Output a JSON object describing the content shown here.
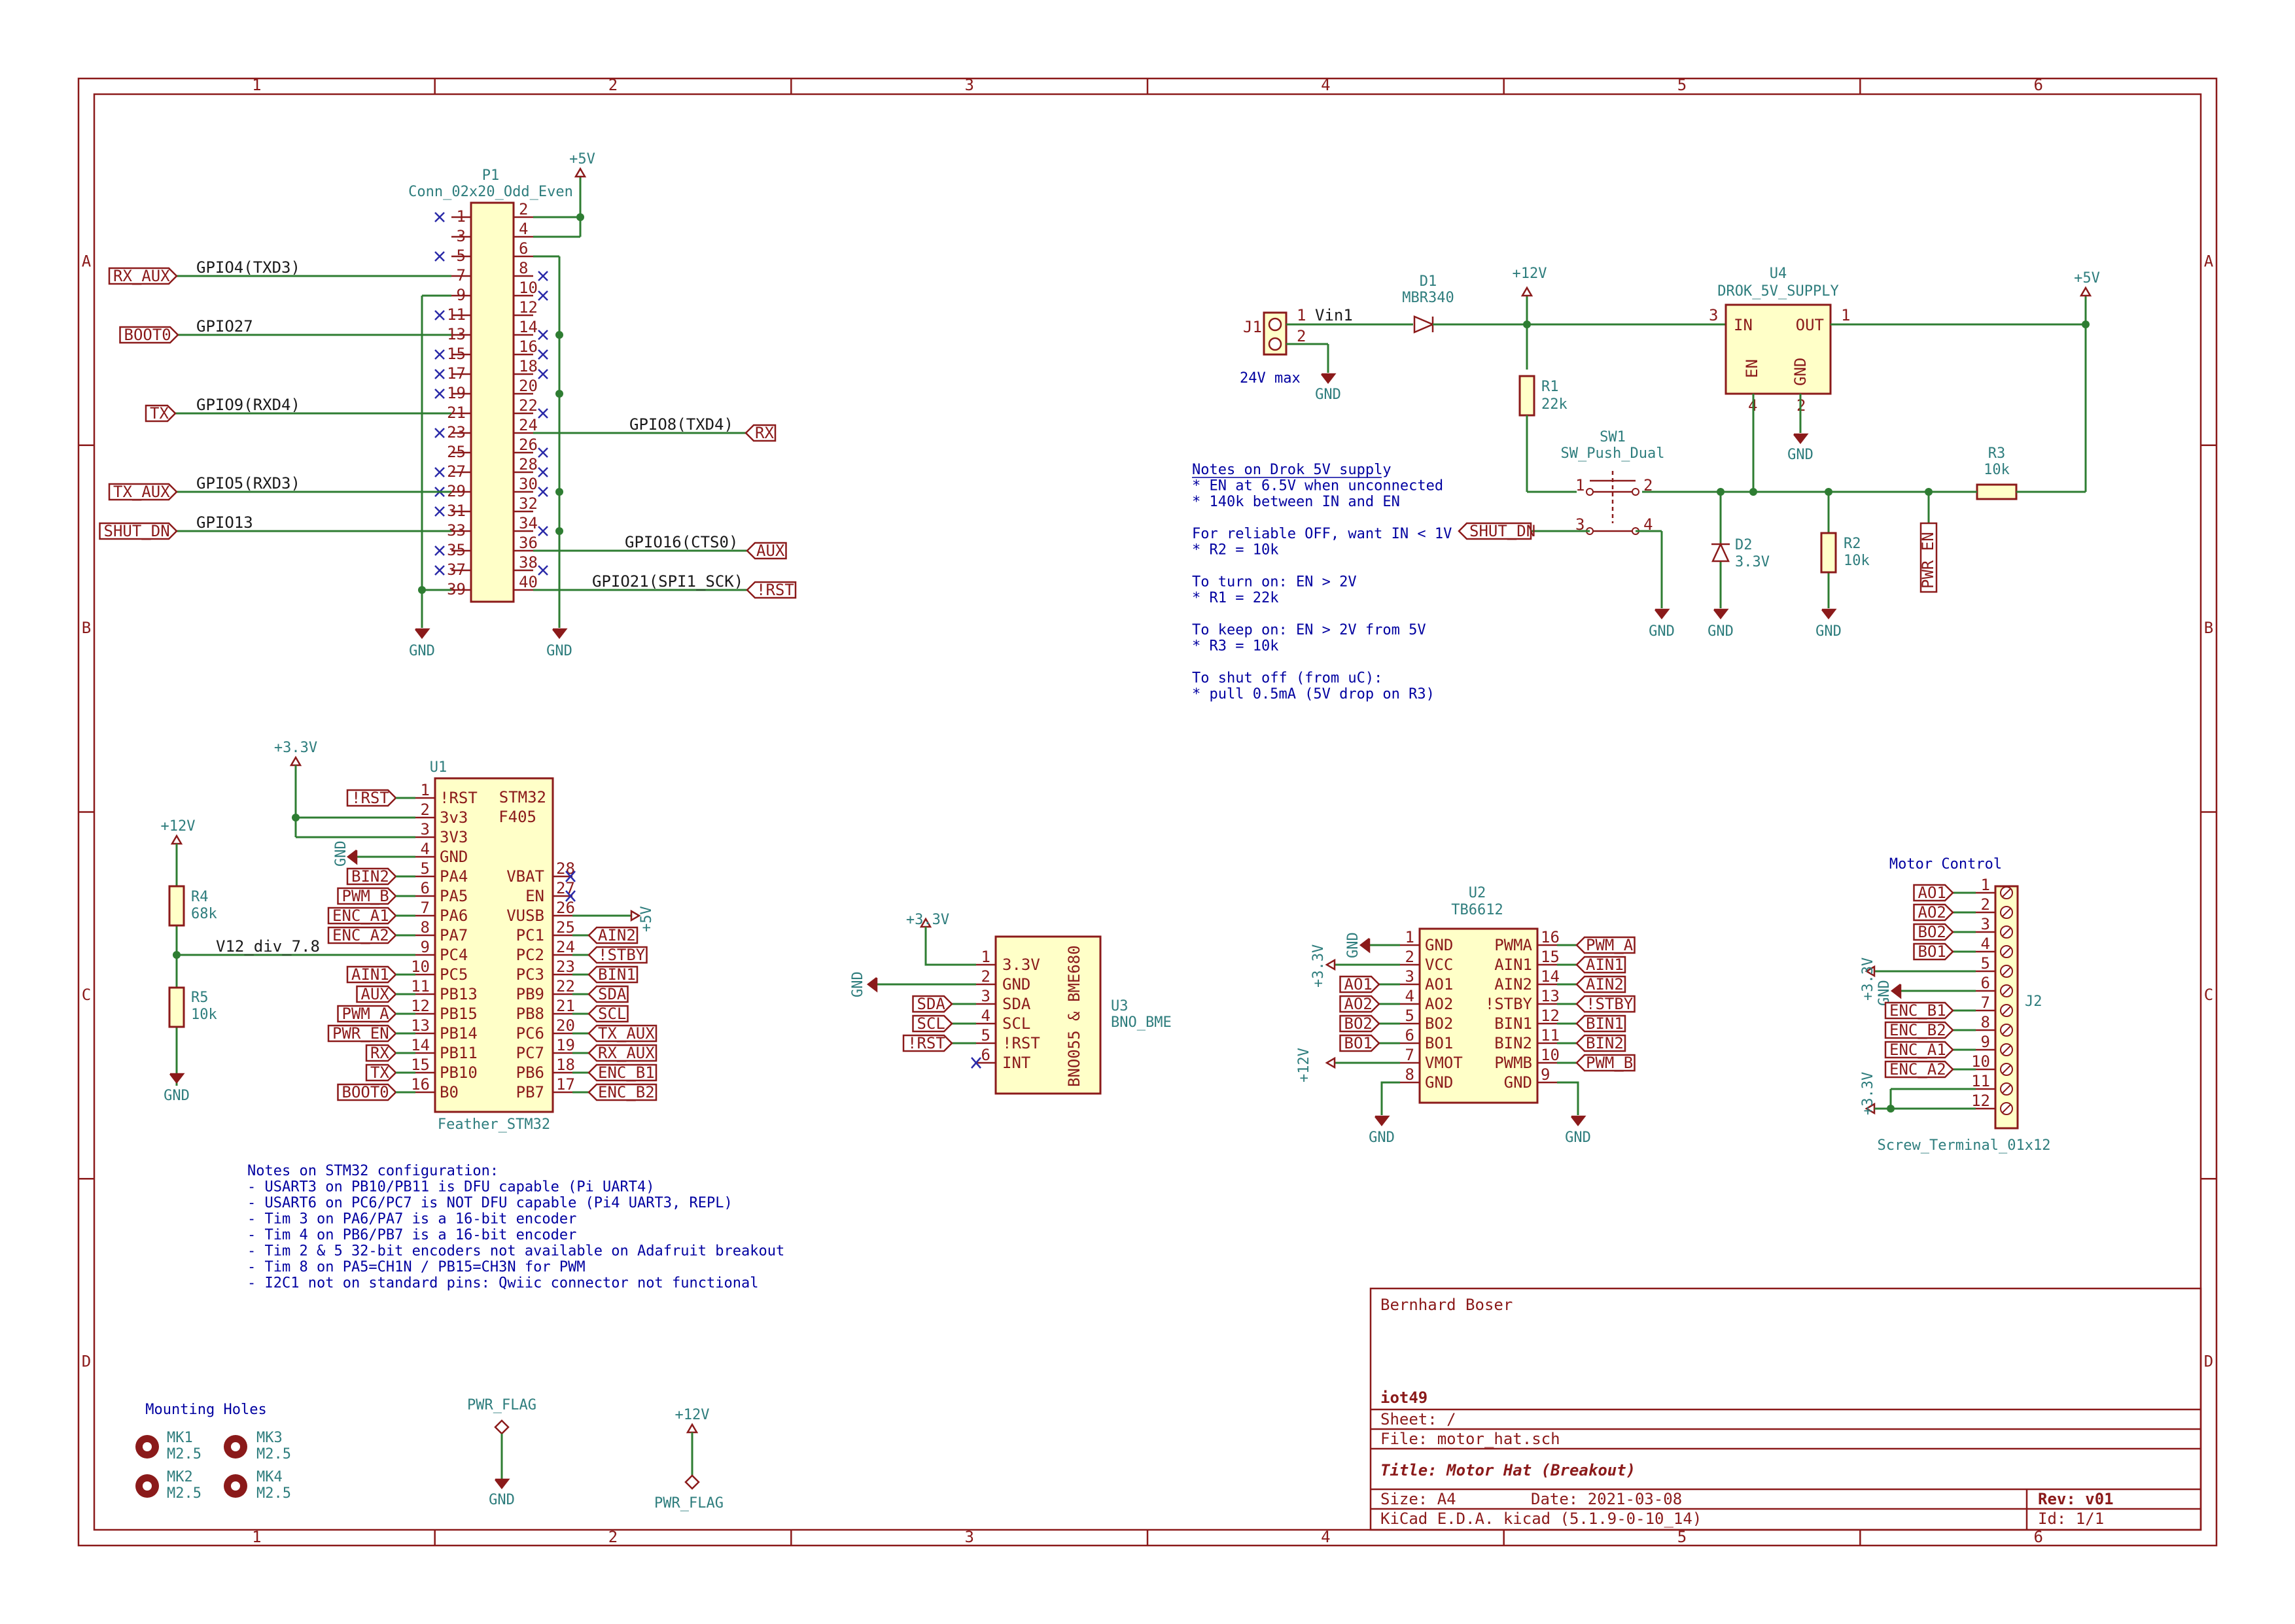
{
  "border": {
    "cols": [
      "1",
      "2",
      "3",
      "4",
      "5",
      "6"
    ],
    "rows": [
      "A",
      "B",
      "C",
      "D"
    ]
  },
  "p1": {
    "ref": "P1",
    "value": "Conn_02x20_Odd_Even",
    "left_pins": [
      "1",
      "3",
      "5",
      "7",
      "9",
      "11",
      "13",
      "15",
      "17",
      "19",
      "21",
      "23",
      "25",
      "27",
      "29",
      "31",
      "33",
      "35",
      "37",
      "39"
    ],
    "right_pins": [
      "2",
      "4",
      "6",
      "8",
      "10",
      "12",
      "14",
      "16",
      "18",
      "20",
      "22",
      "24",
      "26",
      "28",
      "30",
      "32",
      "34",
      "36",
      "38",
      "40"
    ],
    "power": "+5V",
    "gnd_left": "GND",
    "gnd_right": "GND"
  },
  "p1_nets": {
    "gpio4": "GPIO4(TXD3)",
    "gpio27": "GPIO27",
    "gpio9": "GPIO9(RXD4)",
    "gpio5": "GPIO5(RXD3)",
    "gpio13": "GPIO13",
    "gpio8": "GPIO8(TXD4)",
    "gpio16": "GPIO16(CTS0)",
    "gpio21": "GPIO21(SPI1_SCK)"
  },
  "p1_ports": {
    "rx_aux": "RX_AUX",
    "boot0": "BOOT0",
    "tx": "TX",
    "tx_aux": "TX_AUX",
    "shut_dn": "SHUT_DN",
    "rx": "RX",
    "aux": "AUX",
    "rst": "!RST"
  },
  "supply": {
    "j1_ref": "J1",
    "j1_pins": [
      "1",
      "2"
    ],
    "vin": "Vin1",
    "max": "24V max",
    "gnd": "GND",
    "d1_ref": "D1",
    "d1_value": "MBR340",
    "p12": "+12V",
    "u4_ref": "U4",
    "u4_value": "DROK_5V_SUPPLY",
    "u4_in": "IN",
    "u4_out": "OUT",
    "u4_en": "EN",
    "u4_gnd": "GND",
    "u4_pin_in": "3",
    "u4_pin_out": "1",
    "u4_pin_en": "4",
    "u4_pin_gnd": "2",
    "p5": "+5V",
    "r1_ref": "R1",
    "r1_value": "22k",
    "sw1_ref": "SW1",
    "sw1_value": "SW_Push_Dual",
    "sw_pins": [
      "1",
      "2",
      "3",
      "4"
    ],
    "r3_ref": "R3",
    "r3_value": "10k",
    "d2_ref": "D2",
    "d2_value": "3.3V",
    "r2_ref": "R2",
    "r2_value": "10k",
    "pwr_en": "PWR_EN",
    "shut_dn": "SHUT_DN",
    "gnd_labels": [
      "GND",
      "GND",
      "GND"
    ]
  },
  "drok_notes": [
    "Notes on Drok 5V supply",
    "* EN at 6.5V when unconnected",
    "* 140k between IN and EN",
    "",
    "For reliable OFF, want IN < 1V",
    "* R2 = 10k",
    "",
    "To turn on: EN > 2V",
    "* R1 = 22k",
    "",
    "To keep on: EN > 2V from 5V",
    "* R3 = 10k",
    "",
    "To shut off (from uC):",
    "* pull 0.5mA (5V drop on R3)"
  ],
  "u1": {
    "ref": "U1",
    "value": "Feather_STM32",
    "title1": "STM32",
    "title2": "F405",
    "left": [
      {
        "n": "1",
        "name": "!RST"
      },
      {
        "n": "2",
        "name": "3v3"
      },
      {
        "n": "3",
        "name": "3V3"
      },
      {
        "n": "4",
        "name": "GND"
      },
      {
        "n": "5",
        "name": "PA4"
      },
      {
        "n": "6",
        "name": "PA5"
      },
      {
        "n": "7",
        "name": "PA6"
      },
      {
        "n": "8",
        "name": "PA7"
      },
      {
        "n": "9",
        "name": "PC4"
      },
      {
        "n": "10",
        "name": "PC5"
      },
      {
        "n": "11",
        "name": "PB13"
      },
      {
        "n": "12",
        "name": "PB15"
      },
      {
        "n": "13",
        "name": "PB14"
      },
      {
        "n": "14",
        "name": "PB11"
      },
      {
        "n": "15",
        "name": "PB10"
      },
      {
        "n": "16",
        "name": "B0"
      }
    ],
    "right": [
      {
        "n": "28",
        "name": "VBAT"
      },
      {
        "n": "27",
        "name": "EN"
      },
      {
        "n": "26",
        "name": "VUSB"
      },
      {
        "n": "25",
        "name": "PC1"
      },
      {
        "n": "24",
        "name": "PC2"
      },
      {
        "n": "23",
        "name": "PC3"
      },
      {
        "n": "22",
        "name": "PB9"
      },
      {
        "n": "21",
        "name": "PB8"
      },
      {
        "n": "20",
        "name": "PC6"
      },
      {
        "n": "19",
        "name": "PC7"
      },
      {
        "n": "18",
        "name": "PB6"
      },
      {
        "n": "17",
        "name": "PB7"
      }
    ],
    "left_ports": [
      "!RST",
      "",
      "",
      "",
      "BIN2",
      "PWM_B",
      "ENC_A1",
      "ENC_A2",
      "",
      "AIN1",
      "AUX",
      "PWM_A",
      "PWR_EN",
      "RX",
      "TX",
      "BOOT0"
    ],
    "right_ports": [
      "",
      "",
      "",
      "AIN2",
      "!STBY",
      "BIN1",
      "SDA",
      "SCL",
      "TX_AUX",
      "RX_AUX",
      "ENC_B1",
      "ENC_B2"
    ],
    "p33": "+3.3V",
    "p5": "+5V",
    "gnd": "GND"
  },
  "divider": {
    "p12": "+12V",
    "r4_ref": "R4",
    "r4_value": "68k",
    "r5_ref": "R5",
    "r5_value": "10k",
    "net": "V12_div_7.8",
    "gnd": "GND"
  },
  "stm_notes": [
    "Notes on STM32 configuration:",
    "- USART3 on PB10/PB11 is DFU capable (Pi UART4)",
    "- USART6 on PC6/PC7 is NOT DFU capable (Pi4 UART3, REPL)",
    "- Tim 3 on PA6/PA7 is a 16-bit encoder",
    "- Tim 4 on PB6/PB7 is a 16-bit encoder",
    "- Tim 2 & 5 32-bit encoders not available on Adafruit breakout",
    "- Tim 8 on PA5=CH1N / PB15=CH3N for PWM",
    "- I2C1 not on standard pins: Qwiic connector not functional"
  ],
  "u3": {
    "ref": "U3",
    "value": "BNO_BME",
    "body_text": "BNO055 & BME680",
    "pins": [
      {
        "n": "1",
        "name": "3.3V"
      },
      {
        "n": "2",
        "name": "GND"
      },
      {
        "n": "3",
        "name": "SDA"
      },
      {
        "n": "4",
        "name": "SCL"
      },
      {
        "n": "5",
        "name": "!RST"
      },
      {
        "n": "6",
        "name": "INT"
      }
    ],
    "ports": [
      "",
      "",
      "SDA",
      "SCL",
      "!RST",
      ""
    ],
    "p33": "+3.3V",
    "gnd": "GND"
  },
  "u2": {
    "ref": "U2",
    "value": "TB6612",
    "left": [
      {
        "n": "1",
        "name": "GND"
      },
      {
        "n": "2",
        "name": "VCC"
      },
      {
        "n": "3",
        "name": "AO1"
      },
      {
        "n": "4",
        "name": "AO2"
      },
      {
        "n": "5",
        "name": "BO2"
      },
      {
        "n": "6",
        "name": "BO1"
      },
      {
        "n": "7",
        "name": "VMOT"
      },
      {
        "n": "8",
        "name": "GND"
      }
    ],
    "right": [
      {
        "n": "16",
        "name": "PWMA"
      },
      {
        "n": "15",
        "name": "AIN1"
      },
      {
        "n": "14",
        "name": "AIN2"
      },
      {
        "n": "13",
        "name": "!STBY"
      },
      {
        "n": "12",
        "name": "BIN1"
      },
      {
        "n": "11",
        "name": "BIN2"
      },
      {
        "n": "10",
        "name": "PWMB"
      },
      {
        "n": "9",
        "name": "GND"
      }
    ],
    "left_ports": [
      "",
      "",
      "AO1",
      "AO2",
      "BO2",
      "BO1",
      "",
      ""
    ],
    "right_ports": [
      "PWM_A",
      "AIN1",
      "AIN2",
      "!STBY",
      "BIN1",
      "BIN2",
      "PWM_B",
      ""
    ],
    "p33": "+3.3V",
    "p12": "+12V",
    "gnd1": "GND",
    "gnd2": "GND"
  },
  "j2": {
    "title": "Motor Control",
    "ref": "J2",
    "value": "Screw_Terminal_01x12",
    "pins": [
      "1",
      "2",
      "3",
      "4",
      "5",
      "6",
      "7",
      "8",
      "9",
      "10",
      "11",
      "12"
    ],
    "ports": [
      "AO1",
      "AO2",
      "BO2",
      "BO1",
      "",
      "",
      "ENC_B1",
      "ENC_B2",
      "ENC_A1",
      "ENC_A2",
      "",
      ""
    ],
    "p33a": "+3.3V",
    "gnd": "GND",
    "p33b": "+3.3V"
  },
  "holes": {
    "title": "Mounting Holes",
    "items": [
      {
        "ref": "MK1",
        "value": "M2.5"
      },
      {
        "ref": "MK3",
        "value": "M2.5"
      },
      {
        "ref": "MK2",
        "value": "M2.5"
      },
      {
        "ref": "MK4",
        "value": "M2.5"
      }
    ]
  },
  "flags": {
    "f1": "PWR_FLAG",
    "f1_gnd": "GND",
    "f2_power": "+12V",
    "f2": "PWR_FLAG"
  },
  "title_block": {
    "company": "Bernhard Boser",
    "project": "iot49",
    "sheet": "Sheet: /",
    "file": "File: motor_hat.sch",
    "title": "Title: Motor Hat (Breakout)",
    "size": "Size: A4",
    "date": "Date: 2021-03-08",
    "rev": "Rev: v01",
    "tool": "KiCad E.D.A.  kicad (5.1.9-0-10_14)",
    "id": "Id: 1/1"
  }
}
